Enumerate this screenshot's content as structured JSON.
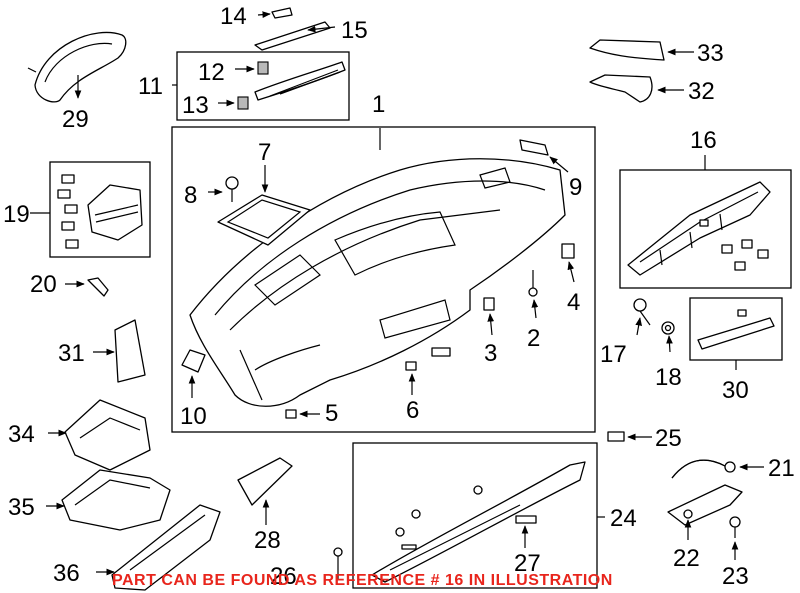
{
  "callouts": [
    {
      "id": "1",
      "text": "1"
    },
    {
      "id": "2",
      "text": "2"
    },
    {
      "id": "3",
      "text": "3"
    },
    {
      "id": "4",
      "text": "4"
    },
    {
      "id": "5",
      "text": "5"
    },
    {
      "id": "6",
      "text": "6"
    },
    {
      "id": "7",
      "text": "7"
    },
    {
      "id": "8",
      "text": "8"
    },
    {
      "id": "9",
      "text": "9"
    },
    {
      "id": "10",
      "text": "10"
    },
    {
      "id": "11",
      "text": "11"
    },
    {
      "id": "12",
      "text": "12"
    },
    {
      "id": "13",
      "text": "13"
    },
    {
      "id": "14",
      "text": "14"
    },
    {
      "id": "15",
      "text": "15"
    },
    {
      "id": "16",
      "text": "16"
    },
    {
      "id": "17",
      "text": "17"
    },
    {
      "id": "18",
      "text": "18"
    },
    {
      "id": "19",
      "text": "19"
    },
    {
      "id": "20",
      "text": "20"
    },
    {
      "id": "21",
      "text": "21"
    },
    {
      "id": "22",
      "text": "22"
    },
    {
      "id": "23",
      "text": "23"
    },
    {
      "id": "24",
      "text": "24"
    },
    {
      "id": "25",
      "text": "25"
    },
    {
      "id": "26",
      "text": "26"
    },
    {
      "id": "27",
      "text": "27"
    },
    {
      "id": "28",
      "text": "28"
    },
    {
      "id": "29",
      "text": "29"
    },
    {
      "id": "30",
      "text": "30"
    },
    {
      "id": "31",
      "text": "31"
    },
    {
      "id": "32",
      "text": "32"
    },
    {
      "id": "33",
      "text": "33"
    },
    {
      "id": "34",
      "text": "34"
    },
    {
      "id": "35",
      "text": "35"
    },
    {
      "id": "36",
      "text": "36"
    }
  ],
  "note": "PART CAN BE FOUND AS REFERENCE # 16 IN ILLUSTRATION",
  "colors": {
    "note": "#e8251c",
    "line": "#000000",
    "background": "#ffffff"
  }
}
